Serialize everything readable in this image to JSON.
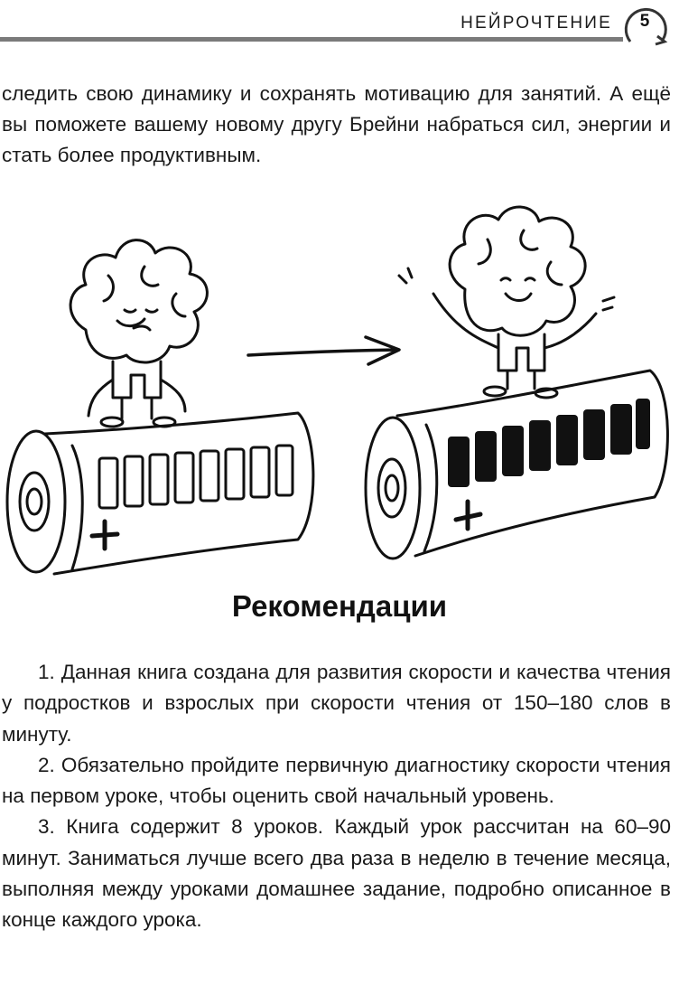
{
  "header": {
    "section_title": "НЕЙРОЧТЕНИЕ",
    "page_number": "5"
  },
  "intro_paragraph": "следить свою динамику и сохранять мотивацию для занятий. А ещё вы поможете вашему новому другу Брейни набраться сил, энергии и стать более продуктивным.",
  "illustration": {
    "left": {
      "character": "tired-brain",
      "battery_state": "empty",
      "battery_symbol": "+"
    },
    "arrow": "right",
    "right": {
      "character": "happy-brain",
      "battery_state": "full",
      "battery_symbol": "+"
    }
  },
  "recommendations": {
    "heading": "Рекомендации",
    "items": [
      "1. Данная книга создана для развития скорости и качества чтения у подростков и взрослых при скорости чтения от 150–180 слов в минуту.",
      "2. Обязательно пройдите первичную диагностику скорости чтения на первом уроке, чтобы оценить свой начальный уровень.",
      "3. Книга содержит 8 уроков. Каждый урок рассчитан на 60–90 минут. Заниматься лучше всего два раза в неделю в течение месяца, выполняя между уроками домашнее задание, подробно описанное в конце каждого урока."
    ]
  }
}
